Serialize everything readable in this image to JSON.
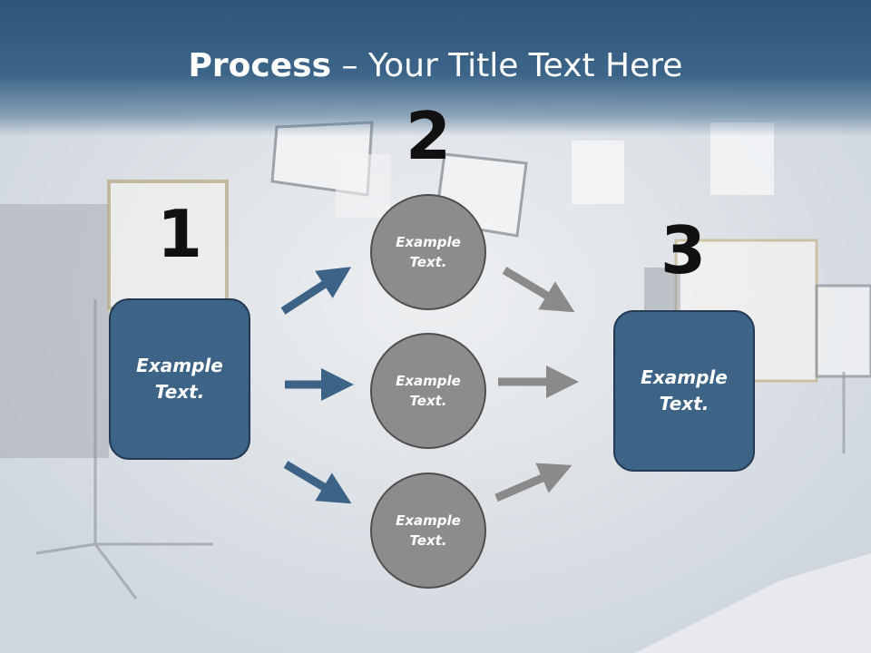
{
  "slide": {
    "title_bold": "Process",
    "title_rest": " – Your Title Text Here"
  },
  "steps": {
    "step1": {
      "number": "1",
      "line1": "Example",
      "line2": "Text."
    },
    "step2": {
      "number": "2"
    },
    "step3": {
      "number": "3",
      "line1": "Example",
      "line2": "Text."
    }
  },
  "circles": [
    {
      "line1": "Example",
      "line2": "Text."
    },
    {
      "line1": "Example",
      "line2": "Text."
    },
    {
      "line1": "Example",
      "line2": "Text."
    }
  ],
  "colors": {
    "blue_box": "#3d6387",
    "gray_circle": "#8c8c8c",
    "blue_arrow": "#3d6387",
    "gray_arrow": "#8a8a8a",
    "title_band": "#2f5578"
  }
}
